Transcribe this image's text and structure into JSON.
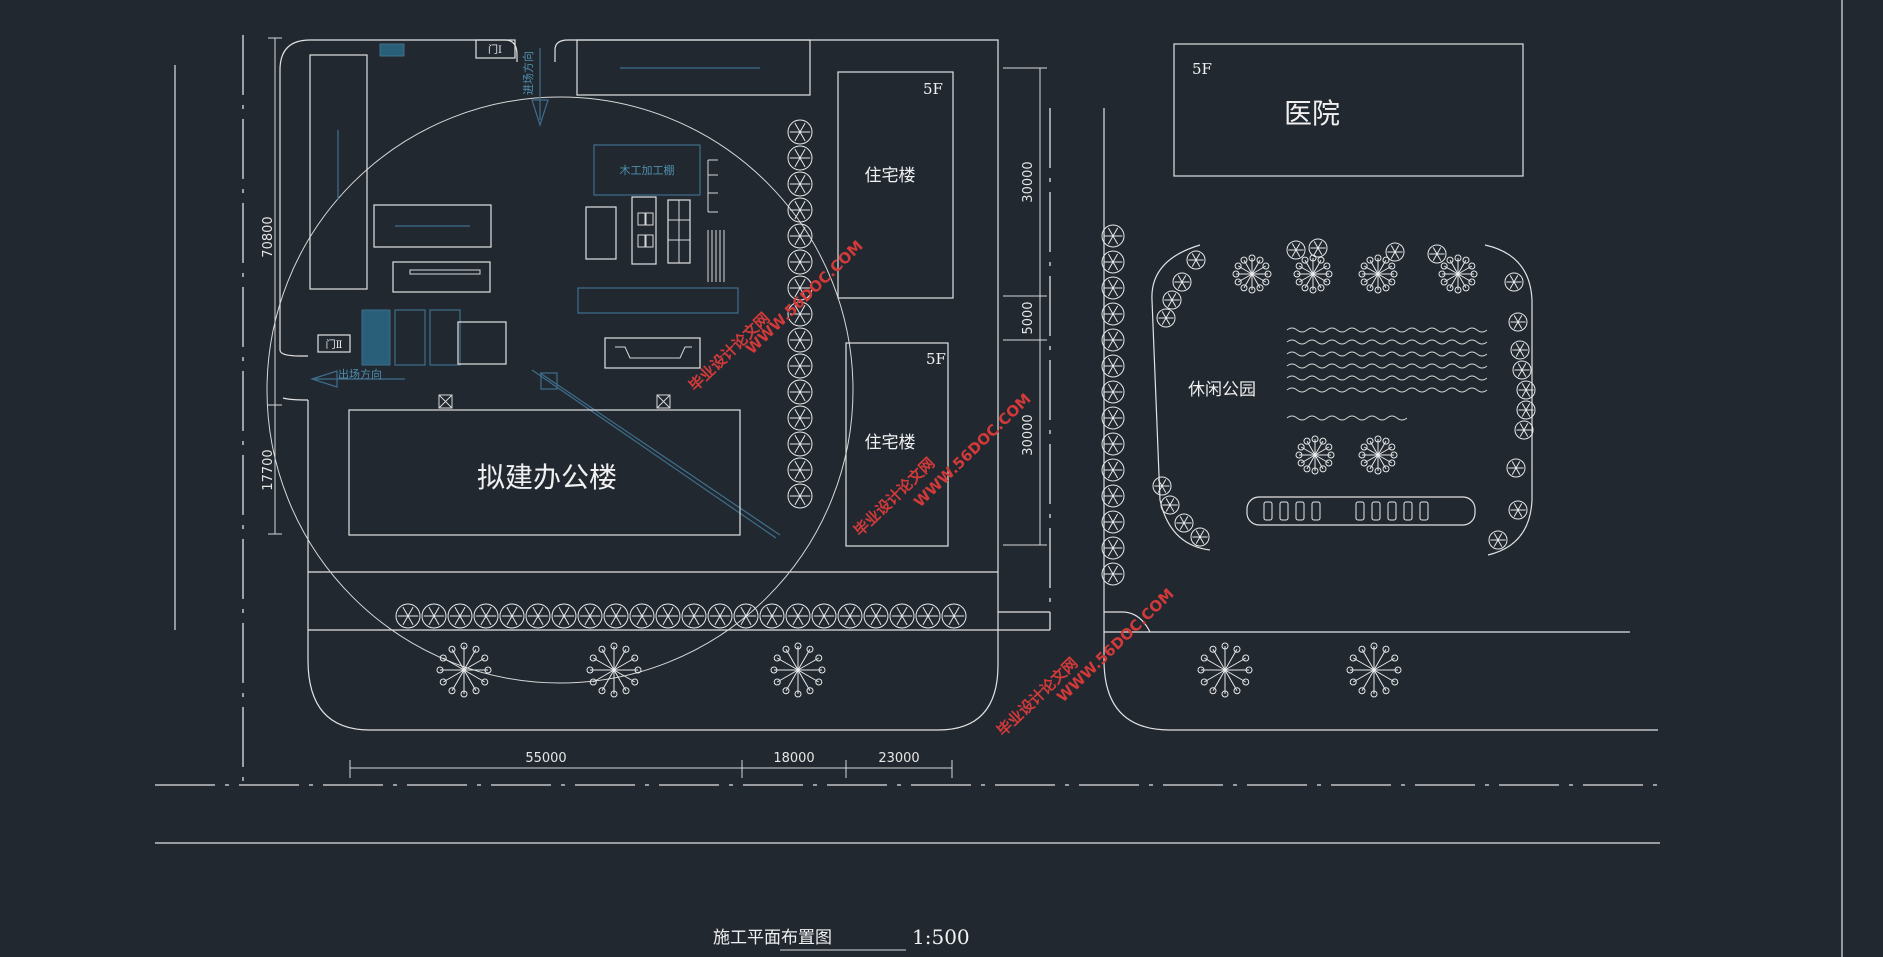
{
  "labels": {
    "office": "拟建办公楼",
    "residence_top": "住宅楼",
    "residence_bottom": "住宅楼",
    "floors_top": "5F",
    "floors_bottom": "5F",
    "hospital": "医院",
    "hospital_floors": "5F",
    "park": "休闲公园",
    "carpentry": "木工加工棚",
    "gate_top": "门Ⅰ",
    "gate_left": "门Ⅱ",
    "exit_direction": "出场方向",
    "entry_direction": "进场方向",
    "title": "施工平面布置图",
    "scale": "1:500"
  },
  "dimensions": {
    "vertical_left_top": "70800",
    "vertical_left_bottom": "17700",
    "vertical_right_1": "30000",
    "vertical_right_2": "5000",
    "vertical_right_3": "30000",
    "horizontal_1": "55000",
    "horizontal_2": "18000",
    "horizontal_3": "23000"
  },
  "watermark": {
    "cn": "毕业设计论文网",
    "url": "WWW.56DOC.COM"
  },
  "colors": {
    "background": "#212830",
    "line": "#e2e2e2",
    "blue_layer": "#3f6f8c",
    "watermark": "#d23a3a"
  }
}
